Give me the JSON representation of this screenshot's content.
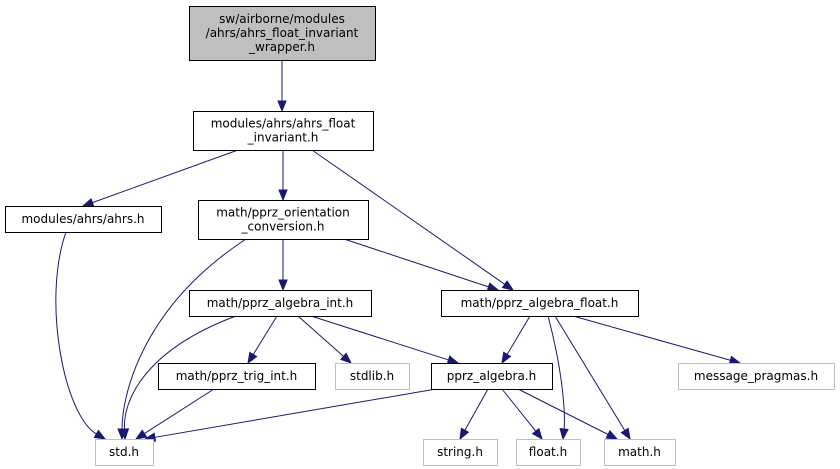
{
  "graph": {
    "colors": {
      "edge": "#191970",
      "root_fill": "#bfbfbf",
      "external_border": "#bfbfbf",
      "documented_border": "#000000"
    },
    "nodes": [
      {
        "id": "n1",
        "kind": "root",
        "lines": [
          "sw/airborne/modules",
          "/ahrs/ahrs_float_invariant",
          "_wrapper.h"
        ]
      },
      {
        "id": "n2",
        "kind": "doc",
        "lines": [
          "modules/ahrs/ahrs_float",
          "_invariant.h"
        ]
      },
      {
        "id": "n3",
        "kind": "doc",
        "lines": [
          "modules/ahrs/ahrs.h"
        ]
      },
      {
        "id": "n4",
        "kind": "doc",
        "lines": [
          "math/pprz_orientation",
          "_conversion.h"
        ]
      },
      {
        "id": "n5",
        "kind": "doc",
        "lines": [
          "math/pprz_algebra_int.h"
        ]
      },
      {
        "id": "n6",
        "kind": "doc",
        "lines": [
          "math/pprz_algebra_float.h"
        ]
      },
      {
        "id": "n7",
        "kind": "doc",
        "lines": [
          "math/pprz_trig_int.h"
        ]
      },
      {
        "id": "n8",
        "kind": "ext",
        "lines": [
          "stdlib.h"
        ]
      },
      {
        "id": "n9",
        "kind": "doc",
        "lines": [
          "pprz_algebra.h"
        ]
      },
      {
        "id": "n10",
        "kind": "ext",
        "lines": [
          "message_pragmas.h"
        ]
      },
      {
        "id": "n11",
        "kind": "ext",
        "lines": [
          "std.h"
        ]
      },
      {
        "id": "n12",
        "kind": "ext",
        "lines": [
          "string.h"
        ]
      },
      {
        "id": "n13",
        "kind": "ext",
        "lines": [
          "float.h"
        ]
      },
      {
        "id": "n14",
        "kind": "ext",
        "lines": [
          "math.h"
        ]
      }
    ],
    "edges": [
      [
        "n1",
        "n2"
      ],
      [
        "n2",
        "n3"
      ],
      [
        "n2",
        "n4"
      ],
      [
        "n2",
        "n6"
      ],
      [
        "n3",
        "n11"
      ],
      [
        "n4",
        "n5"
      ],
      [
        "n4",
        "n6"
      ],
      [
        "n4",
        "n11"
      ],
      [
        "n5",
        "n7"
      ],
      [
        "n5",
        "n8"
      ],
      [
        "n5",
        "n9"
      ],
      [
        "n5",
        "n11"
      ],
      [
        "n6",
        "n9"
      ],
      [
        "n6",
        "n10"
      ],
      [
        "n6",
        "n13"
      ],
      [
        "n6",
        "n14"
      ],
      [
        "n7",
        "n11"
      ],
      [
        "n9",
        "n11"
      ],
      [
        "n9",
        "n12"
      ],
      [
        "n9",
        "n13"
      ],
      [
        "n9",
        "n14"
      ]
    ]
  }
}
